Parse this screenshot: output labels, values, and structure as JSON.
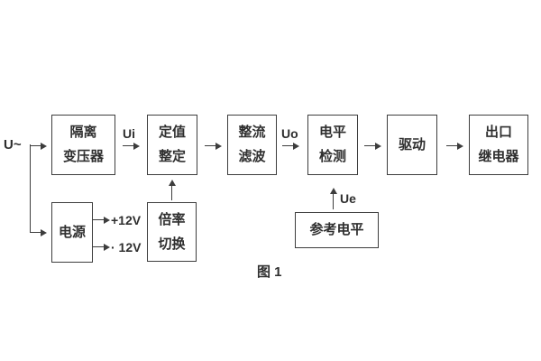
{
  "figure": {
    "caption": "图 1"
  },
  "signals": {
    "input": "U~",
    "ui": "Ui",
    "uo": "Uo",
    "ue": "Ue",
    "plus12v": "+12V",
    "minus12v": "· 12V"
  },
  "nodes": {
    "isolation_transformer": {
      "line1": "隔离",
      "line2": "变压器"
    },
    "setpoint_setting": {
      "line1": "定值",
      "line2": "整定"
    },
    "rectifier_filter": {
      "line1": "整流",
      "line2": "滤波"
    },
    "level_detection": {
      "line1": "电平",
      "line2": "检测"
    },
    "driver": {
      "label": "驱动"
    },
    "output_relay": {
      "line1": "出口",
      "line2": "继电器"
    },
    "power_supply": {
      "label": "电源"
    },
    "ratio_switch": {
      "line1": "倍率",
      "line2": "切换"
    },
    "reference_level": {
      "label": "参考电平"
    }
  },
  "colors": {
    "line": "#3d3d3d",
    "text": "#2f2f2f",
    "background": "#ffffff"
  }
}
